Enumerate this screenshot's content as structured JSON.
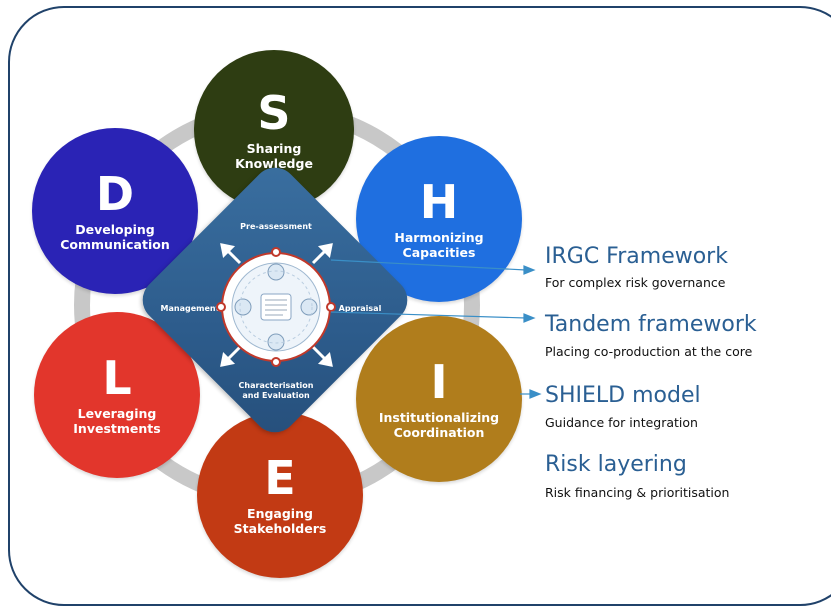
{
  "colors": {
    "frame": "#20426a",
    "ring": "#c8c8c8",
    "diamond": "#2d5c8c",
    "legend_title": "#2a5f93",
    "connector": "#3a8fc7"
  },
  "petals": [
    {
      "letter": "S",
      "label": "Sharing\nKnowledge",
      "color": "#2e3d12"
    },
    {
      "letter": "H",
      "label": "Harmonizing\nCapacities",
      "color": "#1f6fe0"
    },
    {
      "letter": "I",
      "label": "Institutionalizing\nCoordination",
      "color": "#b07d1c"
    },
    {
      "letter": "E",
      "label": "Engaging\nStakeholders",
      "color": "#c23a14"
    },
    {
      "letter": "L",
      "label": "Leveraging\nInvestments",
      "color": "#e2362c"
    },
    {
      "letter": "D",
      "label": "Developing\nCommunication",
      "color": "#2a23b5"
    }
  ],
  "diamond": {
    "top": "Pre-assessment",
    "right": "Appraisal",
    "bottom": "Characterisation\nand Evaluation",
    "left": "Management"
  },
  "frameworks": [
    {
      "title": "IRGC Framework",
      "subtitle": "For complex risk governance"
    },
    {
      "title": "Tandem framework",
      "subtitle": "Placing co-production at the core"
    },
    {
      "title": "SHIELD model",
      "subtitle": "Guidance for integration"
    },
    {
      "title": "Risk layering",
      "subtitle": "Risk financing & prioritisation"
    }
  ]
}
